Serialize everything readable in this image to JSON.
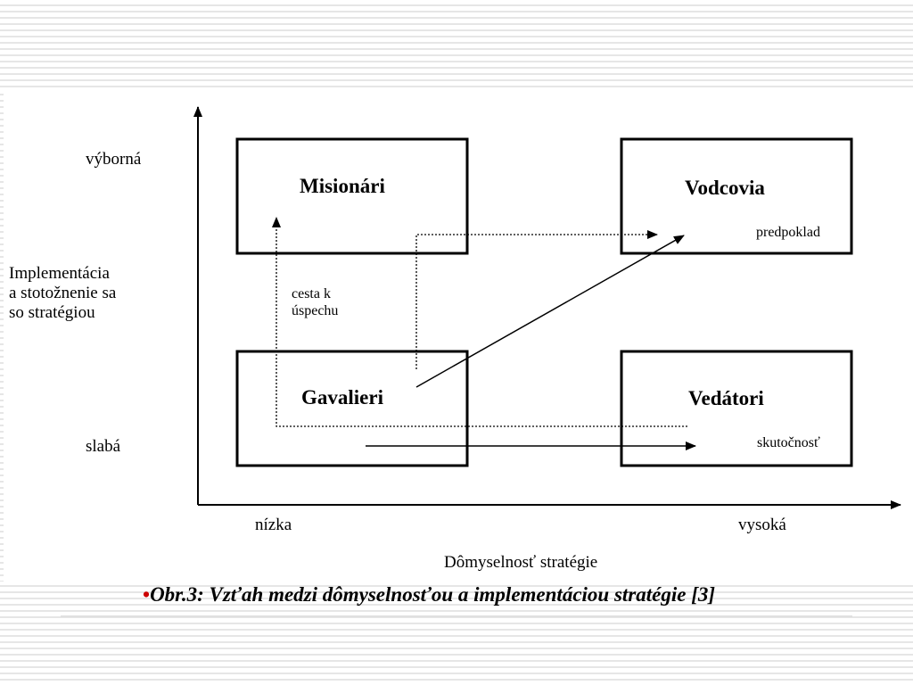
{
  "y_axis": {
    "label": "Implementácia\na stotožnenie sa\nso stratégiou",
    "high": "výborná",
    "low": "slabá"
  },
  "x_axis": {
    "label": "Dômyselnosť stratégie",
    "low": "nízka",
    "high": "vysoká"
  },
  "quadrants": {
    "top_left": "Misionári",
    "top_right": "Vodcovia",
    "bottom_left": "Gavalieri",
    "bottom_right": "Vedátori"
  },
  "annotations": {
    "path_label": "cesta k\núspechu",
    "assumption": "predpoklad",
    "reality": "skutočnosť"
  },
  "caption": {
    "bullet": "•",
    "text": "Obr.3: Vzťah medzi dômyselnosťou a implementáciou stratégie [3]"
  }
}
